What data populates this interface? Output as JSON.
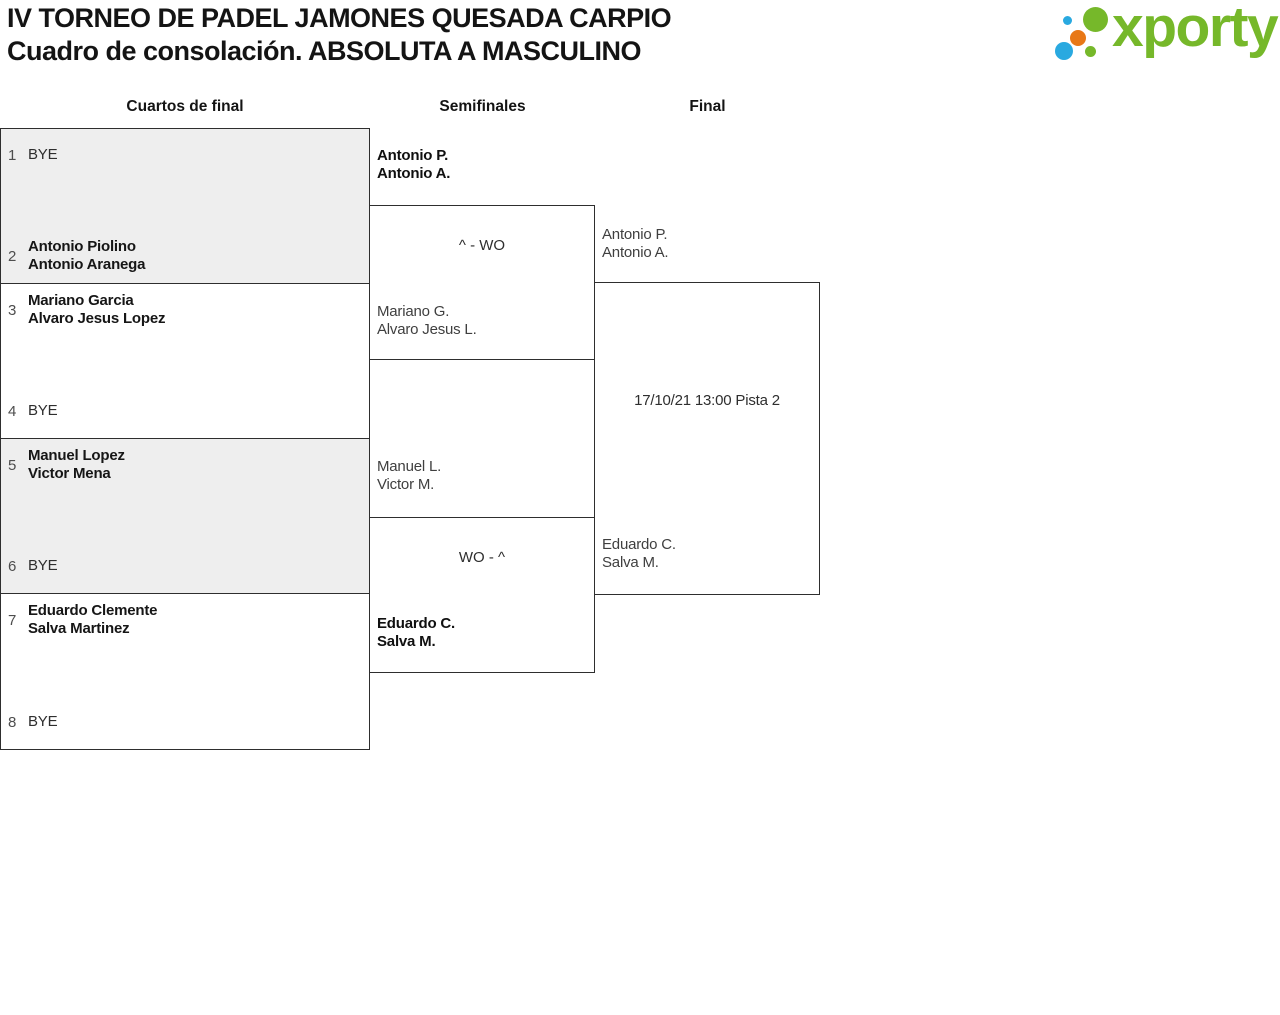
{
  "header": {
    "title_line1": "IV TORNEO DE PADEL JAMONES QUESADA CARPIO",
    "title_line2": "Cuadro de consolación. ABSOLUTA A MASCULINO"
  },
  "logo": {
    "text": "xporty"
  },
  "colors": {
    "logo_green": "#76b82a",
    "logo_blue": "#29a9e0",
    "logo_orange": "#e87816",
    "bye_bg": "#eeeeee",
    "line": "#2e2e2e"
  },
  "rounds": {
    "quarterfinals_label": "Cuartos de final",
    "semifinals_label": "Semifinales",
    "final_label": "Final"
  },
  "quarterfinals": [
    {
      "top": {
        "seed": "1",
        "line1": "BYE"
      },
      "bottom": {
        "seed": "2",
        "line1": "Antonio Piolino",
        "line2": "Antonio Aranega"
      }
    },
    {
      "top": {
        "seed": "3",
        "line1": "Mariano Garcia",
        "line2": "Alvaro Jesus Lopez"
      },
      "bottom": {
        "seed": "4",
        "line1": "BYE"
      }
    },
    {
      "top": {
        "seed": "5",
        "line1": "Manuel Lopez",
        "line2": "Victor Mena"
      },
      "bottom": {
        "seed": "6",
        "line1": "BYE"
      }
    },
    {
      "top": {
        "seed": "7",
        "line1": "Eduardo Clemente",
        "line2": "Salva Martinez"
      },
      "bottom": {
        "seed": "8",
        "line1": "BYE"
      }
    }
  ],
  "semifinals": [
    {
      "team1_line1": "Antonio P.",
      "team1_line2": "Antonio A.",
      "score": "^ - WO",
      "team2_line1": "Mariano G.",
      "team2_line2": "Alvaro Jesus L."
    },
    {
      "team1_line1": "Manuel L.",
      "team1_line2": "Victor M.",
      "score": "WO - ^",
      "team2_line1": "Eduardo C.",
      "team2_line2": "Salva M."
    }
  ],
  "final": {
    "team1_line1": "Antonio P.",
    "team1_line2": "Antonio A.",
    "info": "17/10/21 13:00 Pista 2",
    "team2_line1": "Eduardo C.",
    "team2_line2": "Salva M."
  }
}
